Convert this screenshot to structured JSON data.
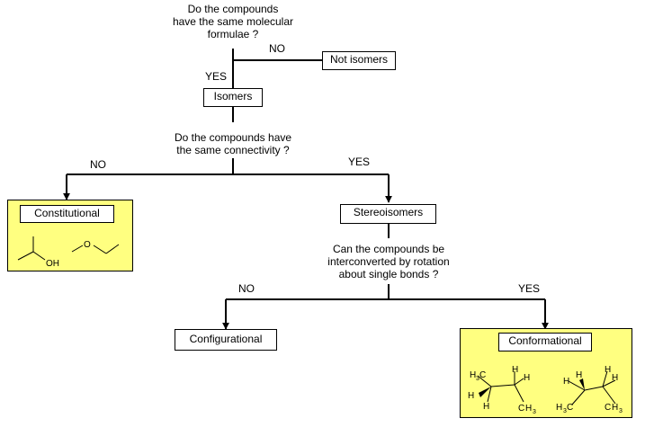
{
  "q1": {
    "line1": "Do the compounds",
    "line2": "have the same molecular",
    "line3": "formulae ?"
  },
  "q1_no": "NO",
  "not_isomers": "Not isomers",
  "q1_yes": "YES",
  "isomers": "Isomers",
  "q2": {
    "line1": "Do the compounds have",
    "line2": "the same connectivity ?"
  },
  "q2_no": "NO",
  "q2_yes": "YES",
  "constitutional": "Constitutional",
  "stereoisomers": "Stereoisomers",
  "q3": {
    "line1": "Can the compounds be",
    "line2": "interconverted by rotation",
    "line3": "about single bonds ?"
  },
  "q3_no": "NO",
  "q3_yes": "YES",
  "configurational": "Configurational",
  "conformational": "Conformational",
  "mol": {
    "oh": "OH",
    "o": "O",
    "h": "H",
    "c": "C",
    "sub3": "3"
  },
  "colors": {
    "panel": "#ffff80",
    "line": "#000000"
  }
}
